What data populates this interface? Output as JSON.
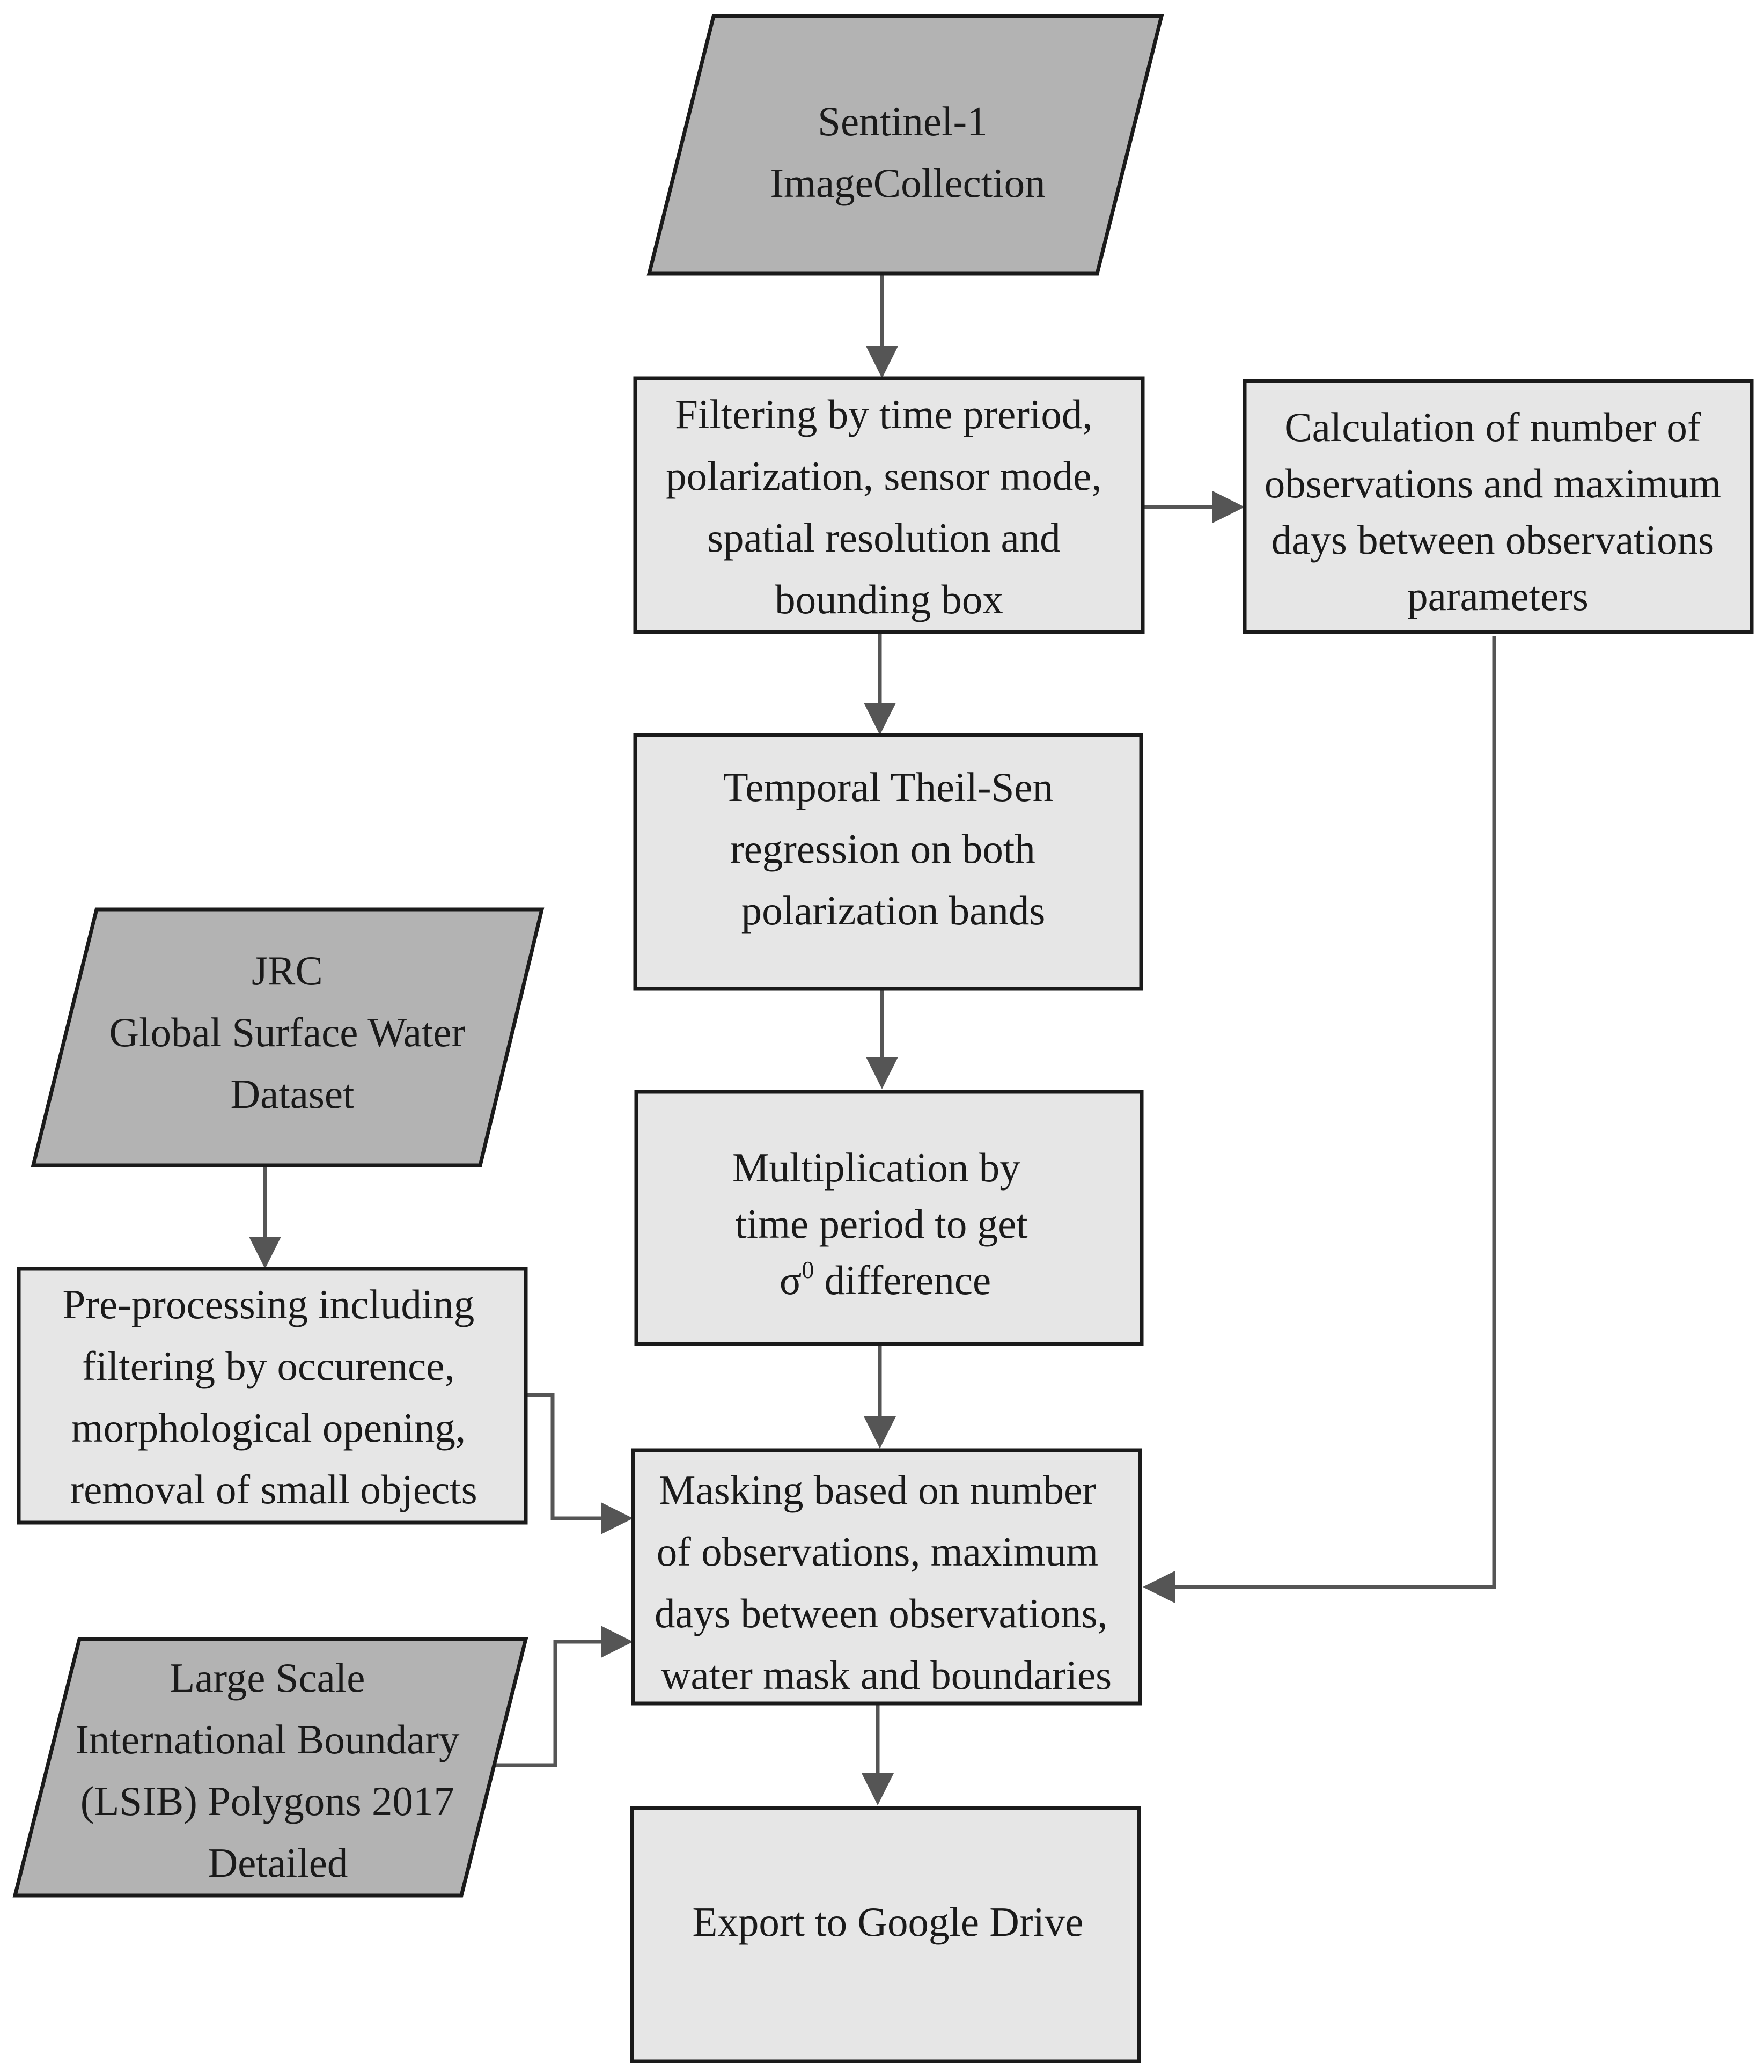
{
  "nodes": {
    "sentinel": {
      "shape": "parallelogram",
      "lines": [
        "Sentinel-1",
        "ImageCollection"
      ]
    },
    "filtering": {
      "shape": "rectangle",
      "lines": [
        "Filtering by time preriod,",
        "polarization, sensor mode,",
        "spatial resolution and",
        "bounding box"
      ]
    },
    "calculation": {
      "shape": "rectangle",
      "lines": [
        "Calculation of number of",
        "observations and maximum",
        "days between observations",
        "parameters"
      ]
    },
    "theil_sen": {
      "shape": "rectangle",
      "lines": [
        "Temporal Theil-Sen",
        "regression on both",
        "polarization bands"
      ]
    },
    "jrc": {
      "shape": "parallelogram",
      "lines": [
        "JRC",
        "Global Surface Water",
        "Dataset"
      ]
    },
    "multiplication": {
      "shape": "rectangle",
      "lines": [
        "Multiplication by",
        "time period to get"
      ],
      "sigma_symbol": "σ",
      "sigma_superscript": "0",
      "sigma_text": " difference"
    },
    "preprocessing": {
      "shape": "rectangle",
      "lines": [
        "Pre-processing including",
        "filtering by occurence,",
        "morphological opening,",
        "removal of small objects"
      ]
    },
    "masking": {
      "shape": "rectangle",
      "lines": [
        "Masking based on number",
        "of observations, maximum",
        "days between observations,",
        "water mask and boundaries"
      ]
    },
    "lsib": {
      "shape": "parallelogram",
      "lines": [
        "Large Scale",
        "International Boundary",
        "(LSIB) Polygons 2017",
        "Detailed"
      ]
    },
    "export": {
      "shape": "rectangle",
      "lines": [
        "Export to Google Drive"
      ]
    }
  },
  "edges": [
    {
      "from": "sentinel",
      "to": "filtering"
    },
    {
      "from": "filtering",
      "to": "calculation"
    },
    {
      "from": "filtering",
      "to": "theil_sen"
    },
    {
      "from": "theil_sen",
      "to": "multiplication"
    },
    {
      "from": "multiplication",
      "to": "masking"
    },
    {
      "from": "calculation",
      "to": "masking"
    },
    {
      "from": "jrc",
      "to": "preprocessing"
    },
    {
      "from": "preprocessing",
      "to": "masking"
    },
    {
      "from": "lsib",
      "to": "masking"
    },
    {
      "from": "masking",
      "to": "export"
    }
  ],
  "colors": {
    "data_fill": "#b3b3b3",
    "process_fill": "#e6e6e6",
    "border": "#1a1a1a",
    "connector": "#555555"
  }
}
